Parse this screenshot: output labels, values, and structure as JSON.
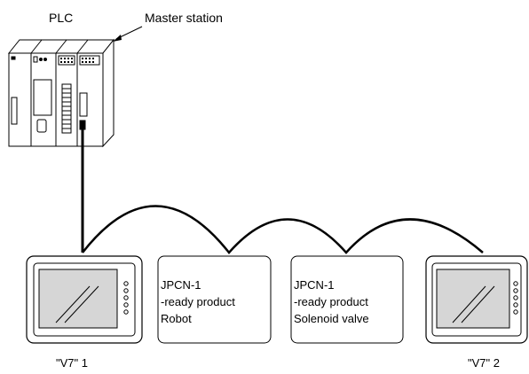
{
  "labels": {
    "plc": "PLC",
    "master_station": "Master station",
    "device1_caption": "\"V7\" 1",
    "device2_caption": "\"V7\" 2"
  },
  "boxes": [
    {
      "lines": [
        "JPCN-1",
        "-ready product",
        "Robot"
      ]
    },
    {
      "lines": [
        "JPCN-1",
        "-ready product",
        "Solenoid valve"
      ]
    }
  ],
  "colors": {
    "stroke": "#000000",
    "screen": "#d6d6d6",
    "panel": "#ffffff"
  }
}
